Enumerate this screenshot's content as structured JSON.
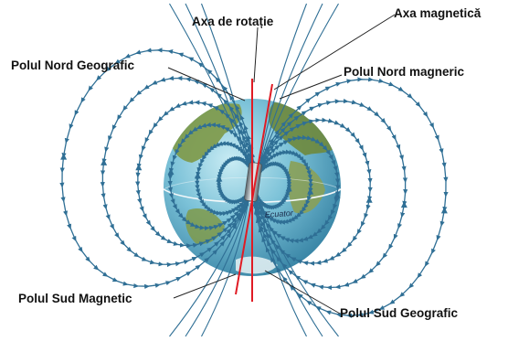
{
  "labels": {
    "rotation_axis": "Axa de rotație",
    "magnetic_axis": "Axa magnetică",
    "geographic_north": "Polul Nord Geografic",
    "magnetic_north": "Polul Nord magneric",
    "magnetic_south": "Polul Sud Magnetic",
    "geographic_south": "Polul Sud Geografic",
    "equator": "Ecuator"
  },
  "colors": {
    "field_lines": "#2f6f95",
    "axes": "#e01b24",
    "globe_ocean": "#6fb7cf",
    "globe_land": "#7f9a4a",
    "magnet": "#9aa3a8"
  }
}
